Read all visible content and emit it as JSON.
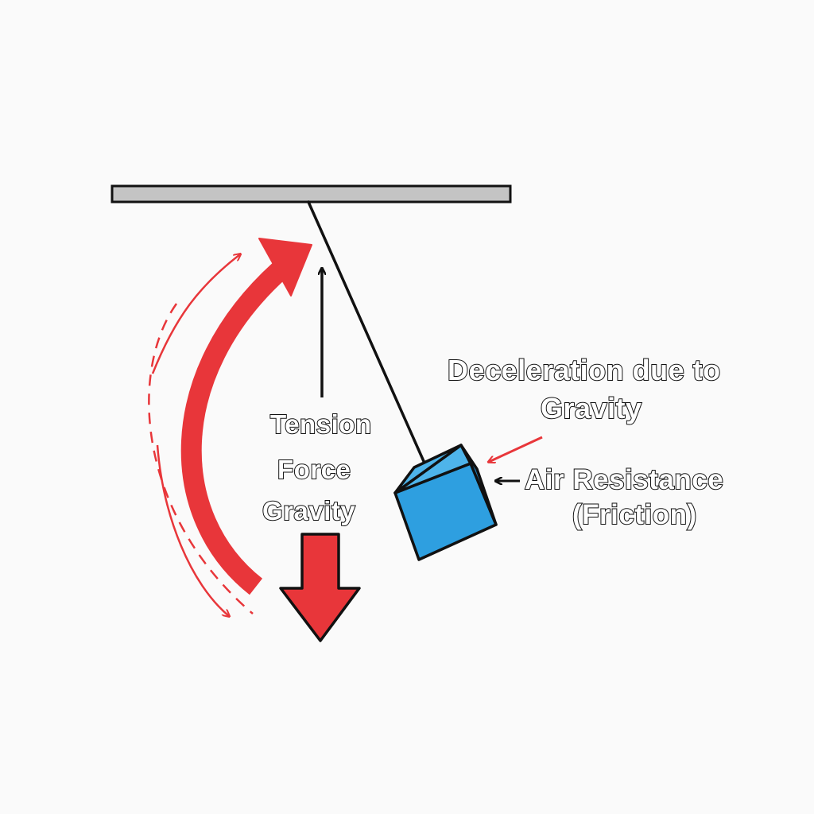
{
  "labels": {
    "tension": "Tension",
    "force": "Force",
    "gravity": "Gravity",
    "deceleration_line1": "Deceleration due to",
    "deceleration_line2": "Gravity",
    "air_resistance_line1": "Air Resistance",
    "air_resistance_line2": "(Friction)"
  },
  "colors": {
    "background": "#fafafa",
    "beam": "#c4c4c4",
    "outline": "#111111",
    "swing_arrow": "#e8363a",
    "bob": "#2e9fe0",
    "bob_side": "#1f87c7",
    "bob_top": "#4eb4ea"
  },
  "icons": {
    "bob": "blue-cube",
    "swing": "curved-arrow",
    "gravity": "down-arrow"
  }
}
